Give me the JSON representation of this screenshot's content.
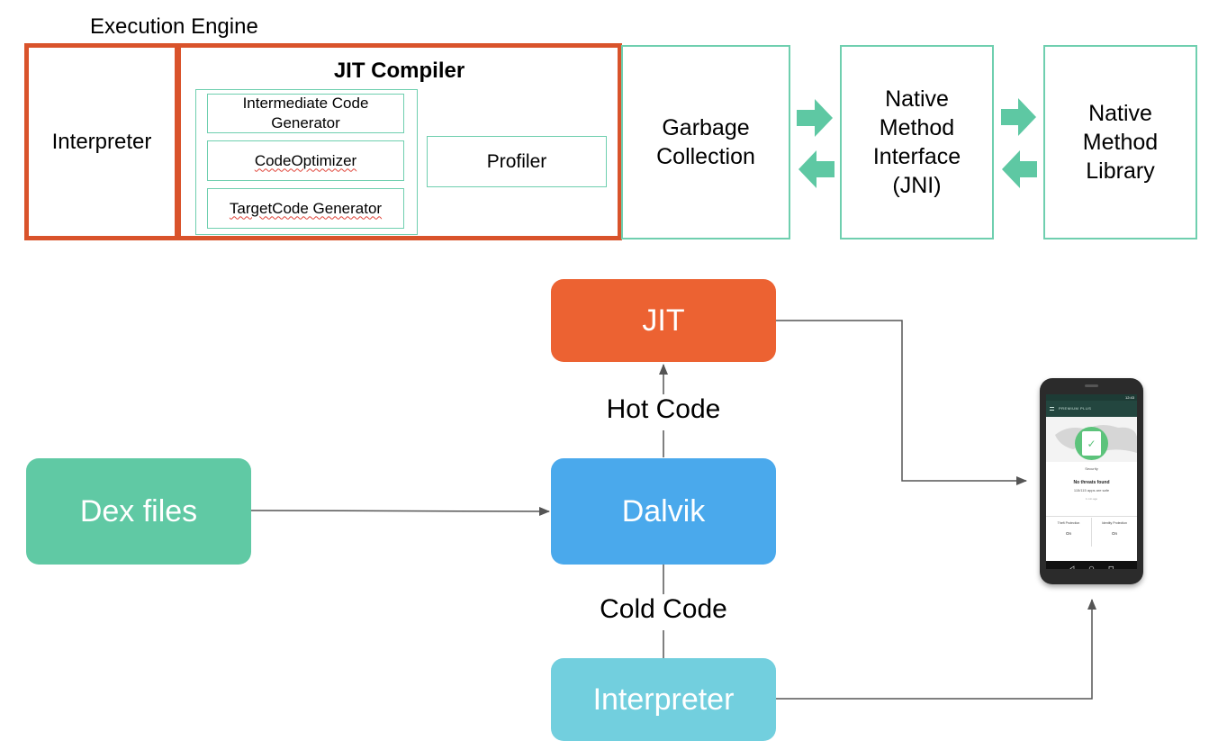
{
  "top": {
    "execution_engine": "Execution Engine",
    "interpreter": "Interpreter",
    "jit_compiler": "JIT Compiler",
    "intermediate_code_generator": "Intermediate Code Generator",
    "code_optimizer": "CodeOptimizer",
    "target_code_generator": "TargetCode Generator",
    "profiler": "Profiler",
    "garbage_collection": "Garbage Collection",
    "native_method_interface": "Native Method Interface (JNI)",
    "native_method_library": "Native Method Library"
  },
  "bottom": {
    "jit": "JIT",
    "hot_code": "Hot Code",
    "dalvik": "Dalvik",
    "cold_code": "Cold Code",
    "interpreter": "Interpreter",
    "dex_files": "Dex files"
  },
  "phone": {
    "app_header": "PREMIUM PLUS",
    "status_time": "12:43",
    "security_label": "Security",
    "status_title": "No threats found",
    "status_detail": "115/115 apps are safe",
    "status_time_ago": "1 min ago",
    "left_card_title": "Theft Protection",
    "left_card_value": "On",
    "right_card_title": "Identity Protection",
    "right_card_value": "On"
  },
  "colors": {
    "red_border": "#d9532b",
    "teal_border": "#6fcfaf",
    "arrow_fill": "#5ec8a3",
    "jit": "#ec6232",
    "dalvik": "#4aa9ec",
    "interpreter": "#72cfde",
    "dex": "#60c9a4"
  }
}
